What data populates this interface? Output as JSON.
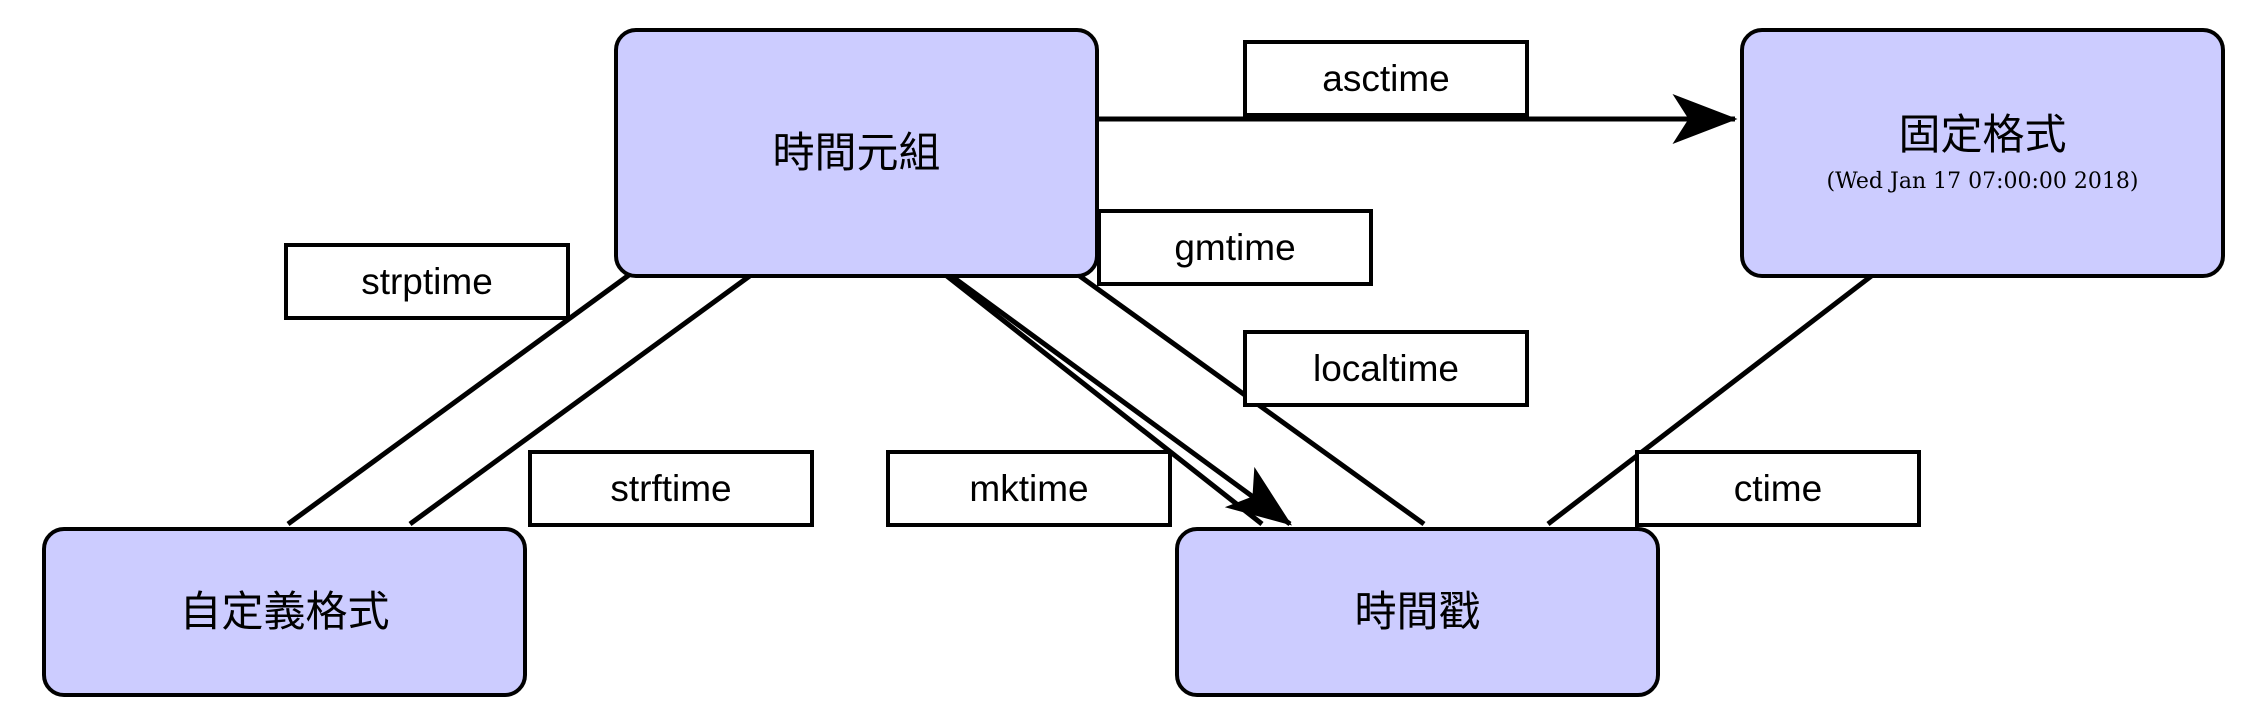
{
  "diagram": {
    "title": "Python time module conversion diagram",
    "colors": {
      "node_fill": "#ccccff",
      "node_stroke": "#000000",
      "label_fill": "#ffffff",
      "label_stroke": "#000000",
      "edge_stroke": "#000000",
      "background": "#ffffff"
    },
    "nodes": [
      {
        "id": "time_tuple",
        "label": "時間元組",
        "sublabel": ""
      },
      {
        "id": "fixed_format",
        "label": "固定格式",
        "sublabel": "(Wed Jan 17 07:00:00 2018)"
      },
      {
        "id": "custom_format",
        "label": "自定義格式",
        "sublabel": ""
      },
      {
        "id": "timestamp",
        "label": "時間戳",
        "sublabel": ""
      }
    ],
    "edges": [
      {
        "id": "asctime",
        "label": "asctime",
        "from": "time_tuple",
        "to": "fixed_format",
        "arrow": "to"
      },
      {
        "id": "gmtime",
        "label": "gmtime",
        "from": "time_tuple",
        "to": "timestamp",
        "arrow": "to"
      },
      {
        "id": "localtime",
        "label": "localtime",
        "from": "timestamp",
        "to": "time_tuple",
        "arrow": "to"
      },
      {
        "id": "strptime",
        "label": "strptime",
        "from": "custom_format",
        "to": "time_tuple",
        "arrow": "to"
      },
      {
        "id": "strftime",
        "label": "strftime",
        "from": "custom_format",
        "to": "time_tuple",
        "arrow": "to"
      },
      {
        "id": "mktime",
        "label": "mktime",
        "from": "timestamp",
        "to": "time_tuple",
        "arrow": "to"
      },
      {
        "id": "ctime",
        "label": "ctime",
        "from": "timestamp",
        "to": "fixed_format",
        "arrow": "to"
      }
    ]
  }
}
